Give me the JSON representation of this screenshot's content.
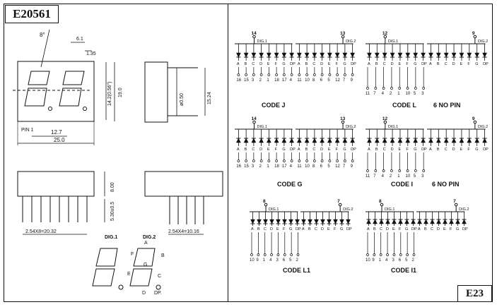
{
  "part_number": "E20561",
  "page_code": "E23",
  "mechanical": {
    "dims": {
      "angle": "8°",
      "seg_width": "6.1",
      "seg_thick": "1.35",
      "digit_height": "14.2(0.56\")",
      "body_height": "19.0",
      "pin_label": "PIN 1",
      "digit_pitch": "12.7",
      "body_width": "25.0",
      "pin_dia": "ø0.50",
      "side_height": "15.24",
      "bottom_h": "8.00",
      "pin_len": "5.30±0.5",
      "pitch_a": "2.54X8=20.32",
      "pitch_b": "2.54X4=10.16"
    },
    "segment_key": {
      "dig1": "DIG.1",
      "dig2": "DIG.2",
      "A": "A",
      "B": "B",
      "C": "C",
      "D": "D",
      "E": "E",
      "F": "F",
      "G": "G",
      "DP": "DP."
    }
  },
  "circuits": [
    {
      "code": "CODE J",
      "type": "anode",
      "top_pins": [
        "14",
        "13"
      ],
      "digits": [
        "DIG.1",
        "DIG.2"
      ],
      "segments": [
        "A",
        "B",
        "C",
        "D",
        "E",
        "F",
        "G",
        "DP",
        "A",
        "B",
        "C",
        "D",
        "E",
        "F",
        "G",
        "DP"
      ],
      "pins": [
        "16",
        "15",
        "3",
        "2",
        "1",
        "18",
        "17",
        "4",
        "11",
        "10",
        "8",
        "6",
        "5",
        "12",
        "7",
        "9"
      ]
    },
    {
      "code": "CODE L",
      "note": "6 NO PIN",
      "type": "anode",
      "top_pins": [
        "12",
        "9"
      ],
      "digits": [
        "DIG.1",
        "DIG.2"
      ],
      "segments": [
        "A",
        "B",
        "C",
        "D",
        "E",
        "F",
        "G",
        "DP",
        "A",
        "B",
        "C",
        "D",
        "E",
        "F",
        "G",
        "DP"
      ],
      "pins": [
        "11",
        "7",
        "4",
        "2",
        "1",
        "10",
        "5",
        "3"
      ]
    },
    {
      "code": "CODE G",
      "type": "cathode",
      "top_pins": [
        "14",
        "13"
      ],
      "digits": [
        "DIG.1",
        "DIG.2"
      ],
      "segments": [
        "A",
        "B",
        "C",
        "D",
        "E",
        "F",
        "G",
        "DP",
        "A",
        "B",
        "C",
        "D",
        "E",
        "F",
        "G",
        "DP"
      ],
      "pins": [
        "16",
        "15",
        "3",
        "2",
        "1",
        "18",
        "17",
        "4",
        "11",
        "10",
        "8",
        "6",
        "5",
        "12",
        "7",
        "9"
      ]
    },
    {
      "code": "CODE I",
      "note": "6 NO PIN",
      "type": "cathode",
      "top_pins": [
        "12",
        "9"
      ],
      "digits": [
        "DIG.1",
        "DIG.2"
      ],
      "segments": [
        "A",
        "B",
        "C",
        "D",
        "E",
        "F",
        "G",
        "DP",
        "A",
        "B",
        "C",
        "D",
        "E",
        "F",
        "G",
        "DP"
      ],
      "pins": [
        "11",
        "7",
        "4",
        "2",
        "1",
        "10",
        "5",
        "3"
      ]
    },
    {
      "code": "CODE L1",
      "type": "anode",
      "top_pins": [
        "8",
        "7"
      ],
      "digits": [
        "DIG.1",
        "DIG.2"
      ],
      "segments": [
        "A",
        "B",
        "C",
        "D",
        "E",
        "F",
        "G",
        "DP",
        "A",
        "B",
        "C",
        "D",
        "E",
        "F",
        "G",
        "DP"
      ],
      "pins": [
        "10",
        "9",
        "1",
        "4",
        "3",
        "6",
        "5",
        "2"
      ]
    },
    {
      "code": "CODE I1",
      "type": "cathode",
      "top_pins": [
        "8",
        "7"
      ],
      "digits": [
        "DIG.1",
        "DIG.2"
      ],
      "segments": [
        "A",
        "B",
        "C",
        "D",
        "E",
        "F",
        "G",
        "DP",
        "A",
        "B",
        "C",
        "D",
        "E",
        "F",
        "G",
        "DP"
      ],
      "pins": [
        "10",
        "9",
        "1",
        "4",
        "3",
        "6",
        "5",
        "2"
      ]
    }
  ]
}
